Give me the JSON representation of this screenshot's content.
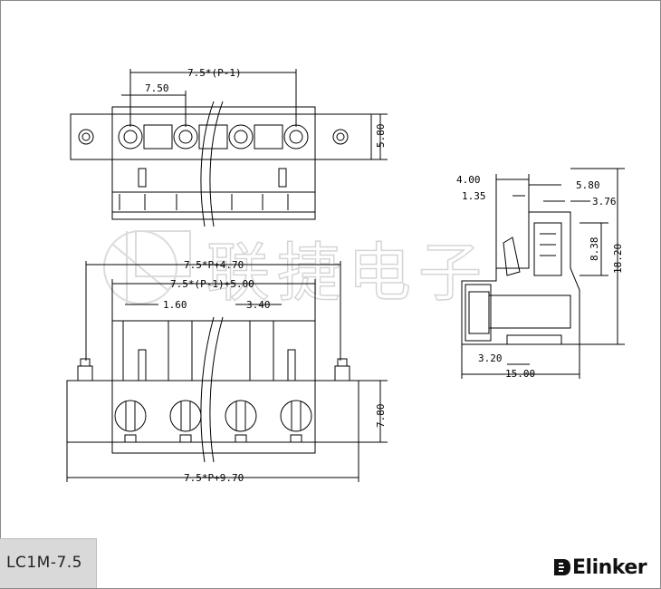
{
  "drawing": {
    "top_view": {
      "pitch_total": "7.5*(P-1)",
      "pitch": "7.50",
      "height": "5.80"
    },
    "front_view": {
      "flange_span": "7.5*P+4.70",
      "inner_span": "7.5*(P-1)+5.00",
      "pin_width": "1.60",
      "pin_gap": "3.40",
      "overall_width": "7.5*P+9.70",
      "height": "7.80"
    },
    "side_view": {
      "d1": "4.00",
      "d2": "5.80",
      "d3": "1.35",
      "d4": "3.76",
      "d5": "8.38",
      "d6": "18.20",
      "d7": "3.20",
      "d8": "15.00"
    },
    "watermark_text": "联捷电子"
  },
  "footer": {
    "model": "LC1M-7.5",
    "brand": "Elinker"
  }
}
